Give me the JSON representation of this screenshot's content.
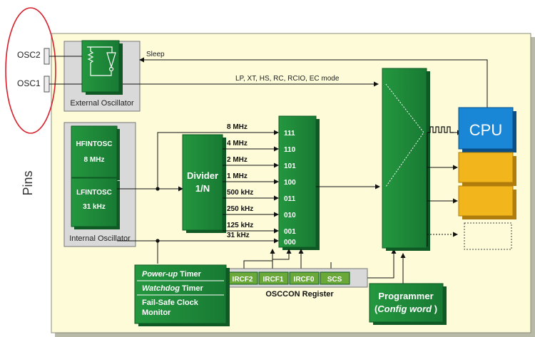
{
  "pins_label": "Pins",
  "pins": {
    "osc2": "OSC2",
    "osc1": "OSC1"
  },
  "external_oscillator": {
    "label": "External Oscillator"
  },
  "signals": {
    "sleep": "Sleep",
    "mode": "LP, XT, HS, RC, RCIO, EC mode"
  },
  "internal_oscillator": {
    "label": "Internal Oscillator",
    "hfintosc_name": "HFINTOSC",
    "hfintosc_freq": "8 MHz",
    "lfintosc_name": "LFINTOSC",
    "lfintosc_freq": "31 kHz"
  },
  "divider": {
    "line1": "Divider",
    "line2": "1/N"
  },
  "frequencies": [
    "8 MHz",
    "4 MHz",
    "2 MHz",
    "1 MHz",
    "500 kHz",
    "250 kHz",
    "125 kHz",
    "31 kHz"
  ],
  "mux_codes": [
    "111",
    "110",
    "101",
    "100",
    "011",
    "010",
    "001",
    "000"
  ],
  "osccon": {
    "bits": [
      "IRCF2",
      "IRCF1",
      "IRCF0",
      "SCS"
    ],
    "label": "OSCCON Register"
  },
  "timers": {
    "powerup_em": "Power-up",
    "powerup_rest": " Timer",
    "watchdog_em": "Watchdog",
    "watchdog_rest": " Timer",
    "failsafe_line1": "Fail-Safe Clock",
    "failsafe_line2": "Monitor"
  },
  "programmer": {
    "line1": "Programmer",
    "line2_open": "(",
    "line2_em": "Config word",
    "line2_close": " )"
  },
  "cpu": {
    "label": "CPU"
  },
  "colors": {
    "green": "#1e8a3c",
    "green_dark": "#0f5a24",
    "background": "#fdfbd8",
    "cpu_blue": "#1a87d6",
    "peripheral_yellow": "#f2b61c",
    "highlight_red": "#d8202c"
  }
}
